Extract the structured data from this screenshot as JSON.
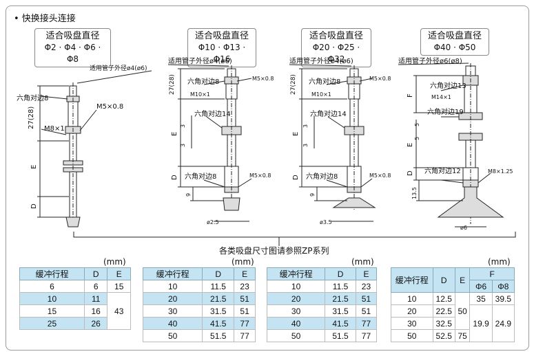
{
  "heading": "• 快换接头连接",
  "drawings": [
    {
      "box_title": "适合吸盘直径",
      "box_sizes": "Φ2 · Φ4 · Φ6 · Φ8",
      "labels": {
        "tube": "适用管子外径ø4(ø6)",
        "hex1": "六角对边8",
        "thread1": "M5×0.8",
        "thread2": "M8×1",
        "dim_27": "27(28)",
        "dim_e": "E",
        "dim_d": "D"
      }
    },
    {
      "box_title": "适合吸盘直径",
      "box_sizes": "Φ10 · Φ13 · Φ16",
      "labels": {
        "tube": "适用管子外径ø4(ø6)",
        "hex1": "六角对边8",
        "thread1": "M5×0.8",
        "thread2": "M10×1",
        "hex2": "六角对边14",
        "hex3": "六角对边8",
        "thread3": "M5×0.8",
        "dim_27": "27(28)",
        "dim_3a": "3",
        "dim_3b": "3",
        "dim_e": "E",
        "dim_d": "D",
        "dim_9": "9",
        "dia": "ø2.5"
      }
    },
    {
      "box_title": "适合吸盘直径",
      "box_sizes": "Φ20 · Φ25 · Φ32",
      "labels": {
        "tube": "适用管子外径ø4(ø6)",
        "hex1": "六角对边8",
        "thread1": "M5×0.8",
        "thread2": "M10×1",
        "hex2": "六角对边14",
        "hex3": "六角对边8",
        "thread3": "M5×0.8",
        "dim_27": "27(28)",
        "dim_3a": "3",
        "dim_3b": "3",
        "dim_e": "E",
        "dim_d": "D",
        "dim_9": "9",
        "dia": "ø3.5"
      }
    },
    {
      "box_title": "适合吸盘直径",
      "box_sizes": "Φ40 · Φ50",
      "labels": {
        "tube": "适用管子外径ø6(ø8)",
        "hex1": "六角对边13",
        "thread1": "M14×1",
        "hex2": "六角对边19",
        "hex3": "六角对边12",
        "thread3": "M8×1.25",
        "dim_f": "F",
        "dim_5a": "5",
        "dim_5b": "5",
        "dim_e": "E",
        "dim_d": "D",
        "dim_135": "13.5",
        "dia": "ø6"
      }
    }
  ],
  "note": "各类吸盘尺寸图请参照ZP系列",
  "unit": "(mm)",
  "table1": {
    "headers": [
      "缓冲行程",
      "D",
      "E"
    ],
    "rows": [
      [
        "6",
        "6",
        "15"
      ],
      [
        "10",
        "11"
      ],
      [
        "15",
        "16"
      ],
      [
        "25",
        "26"
      ]
    ],
    "e_merged": "43"
  },
  "table2": {
    "headers": [
      "缓冲行程",
      "D",
      "E"
    ],
    "rows": [
      [
        "10",
        "11.5",
        "23"
      ],
      [
        "20",
        "21.5",
        "51"
      ],
      [
        "30",
        "31.5",
        "51"
      ],
      [
        "40",
        "41.5",
        "77"
      ],
      [
        "50",
        "51.5",
        "77"
      ]
    ]
  },
  "table3": {
    "headers": [
      "缓冲行程",
      "D",
      "E"
    ],
    "rows": [
      [
        "10",
        "11.5",
        "23"
      ],
      [
        "20",
        "21.5",
        "51"
      ],
      [
        "30",
        "31.5",
        "51"
      ],
      [
        "40",
        "41.5",
        "77"
      ],
      [
        "50",
        "51.5",
        "77"
      ]
    ]
  },
  "table4": {
    "headers": [
      "缓冲行程",
      "D",
      "E",
      "F"
    ],
    "subheaders": [
      "Φ6",
      "Φ8"
    ],
    "rows": [
      [
        "10",
        "12.5"
      ],
      [
        "20",
        "22.5"
      ],
      [
        "30",
        "32.5"
      ],
      [
        "50",
        "52.5"
      ]
    ],
    "e_merged": "50",
    "e_last": "75",
    "f_first": [
      "35",
      "39.5"
    ],
    "f_merged": [
      "19.9",
      "24.9"
    ]
  }
}
